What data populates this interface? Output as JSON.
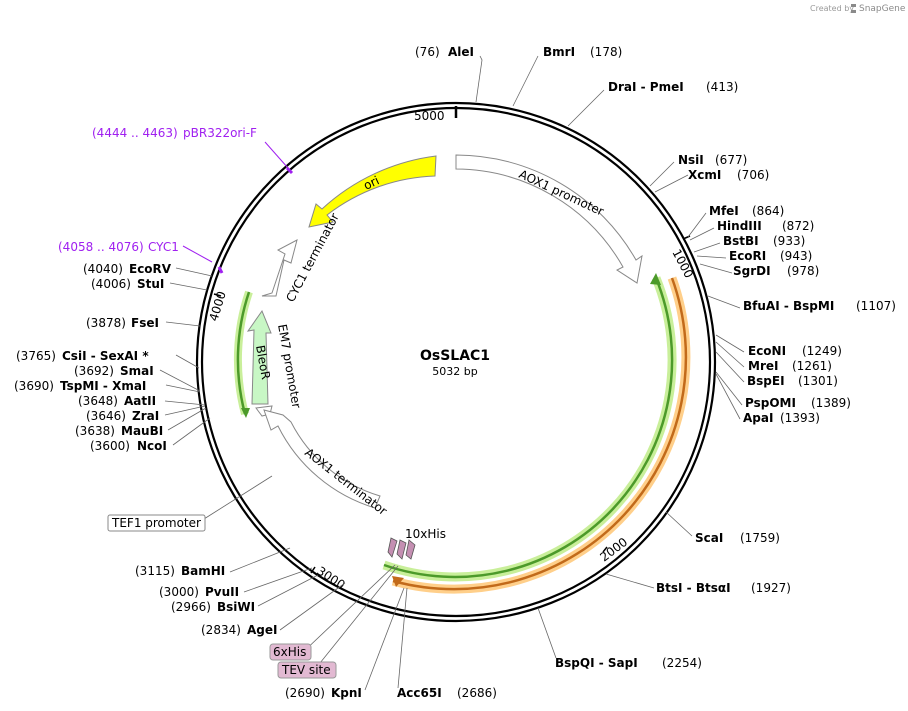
{
  "credit": {
    "prefix": "Created by",
    "brand": "SnapGene"
  },
  "plasmid": {
    "name": "OsSLAC1",
    "length_label": "5032 bp",
    "length": 5032
  },
  "ruler": [
    "1000",
    "2000",
    "3000",
    "4000",
    "5000"
  ],
  "sites": [
    {
      "pos": "(76)",
      "name": "AleI"
    },
    {
      "pos": "(178)",
      "name": "BmrI"
    },
    {
      "pos": "(413)",
      "name": "DraI  -  PmeI"
    },
    {
      "pos": "(677)",
      "name": "NsiI"
    },
    {
      "pos": "(706)",
      "name": "XcmI"
    },
    {
      "pos": "(864)",
      "name": "MfeI"
    },
    {
      "pos": "(872)",
      "name": "HindIII"
    },
    {
      "pos": "(933)",
      "name": "BstBI"
    },
    {
      "pos": "(943)",
      "name": "EcoRI"
    },
    {
      "pos": "(978)",
      "name": "SgrDI"
    },
    {
      "pos": "(1107)",
      "name": "BfuAI  -  BspMI"
    },
    {
      "pos": "(1249)",
      "name": "EcoNI"
    },
    {
      "pos": "(1261)",
      "name": "MreI"
    },
    {
      "pos": "(1301)",
      "name": "BspEI"
    },
    {
      "pos": "(1389)",
      "name": "PspOMI"
    },
    {
      "pos": "(1393)",
      "name": "ApaI"
    },
    {
      "pos": "(1759)",
      "name": "ScaI"
    },
    {
      "pos": "(1927)",
      "name": "BtsI  -  BtsαI"
    },
    {
      "pos": "(2254)",
      "name": "BspQI   -  SapI"
    },
    {
      "pos": "(2686)",
      "name": "Acc65I"
    },
    {
      "pos": "(2690)",
      "name": "KpnI"
    },
    {
      "pos": "(2834)",
      "name": "AgeI"
    },
    {
      "pos": "(2966)",
      "name": "BsiWI"
    },
    {
      "pos": "(3000)",
      "name": "PvuII"
    },
    {
      "pos": "(3115)",
      "name": "BamHI"
    },
    {
      "pos": "(3600)",
      "name": "NcoI"
    },
    {
      "pos": "(3638)",
      "name": "MauBI"
    },
    {
      "pos": "(3646)",
      "name": "ZraI"
    },
    {
      "pos": "(3648)",
      "name": "AatII"
    },
    {
      "pos": "(3690)",
      "name": "TspMI  -  XmaI"
    },
    {
      "pos": "(3692)",
      "name": "SmaI"
    },
    {
      "pos": "(3765)",
      "name": "CsiI   -  SexAI *"
    },
    {
      "pos": "(3878)",
      "name": "FseI"
    },
    {
      "pos": "(4006)",
      "name": "StuI"
    },
    {
      "pos": "(4040)",
      "name": "EcoRV"
    }
  ],
  "primers": [
    {
      "range": "(4444 .. 4463)",
      "name": "pBR322ori-F"
    },
    {
      "range": "(4058 .. 4076)",
      "name": "CYC1"
    }
  ],
  "features": {
    "aox1_promoter": "AOX1 promoter",
    "ori": "ori",
    "cyc1_terminator": "CYC1 terminator",
    "em7_promoter": "EM7 promoter",
    "bleor": "BleoR",
    "aox1_terminator": "AOX1 terminator",
    "his10": "10xHis",
    "tef1_promoter": "TEF1 promoter",
    "his6": "6xHis",
    "tev_site": "TEV site"
  },
  "colors": {
    "backbone": "#000000",
    "ori": "#ffff00",
    "bleor": "#c8f7c5",
    "green_orf": "#4c9a2a",
    "green_glow": "#c9ef9a",
    "orange_orf": "#c26a1a",
    "orange_glow": "#ffcf8a",
    "his_tag": "#c48fb2",
    "primer": "#a020f0"
  }
}
